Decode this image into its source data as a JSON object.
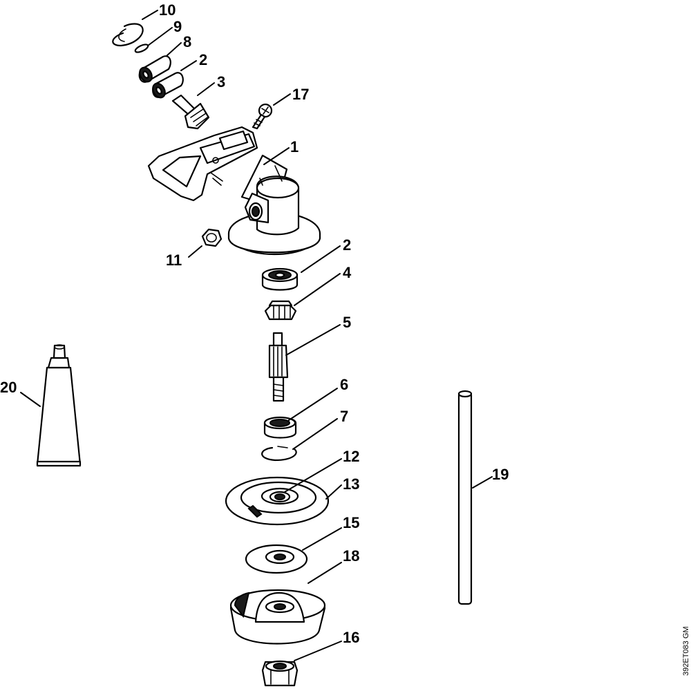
{
  "drawing_code": "392ET083 GM",
  "callouts": [
    {
      "label": "10"
    },
    {
      "label": "9"
    },
    {
      "label": "8"
    },
    {
      "label": "2"
    },
    {
      "label": "3"
    },
    {
      "label": "17"
    },
    {
      "label": "1"
    },
    {
      "label": "11"
    },
    {
      "label": "2"
    },
    {
      "label": "4"
    },
    {
      "label": "5"
    },
    {
      "label": "6"
    },
    {
      "label": "7"
    },
    {
      "label": "12"
    },
    {
      "label": "13"
    },
    {
      "label": "15"
    },
    {
      "label": "18"
    },
    {
      "label": "16"
    },
    {
      "label": "20"
    },
    {
      "label": "19"
    }
  ]
}
